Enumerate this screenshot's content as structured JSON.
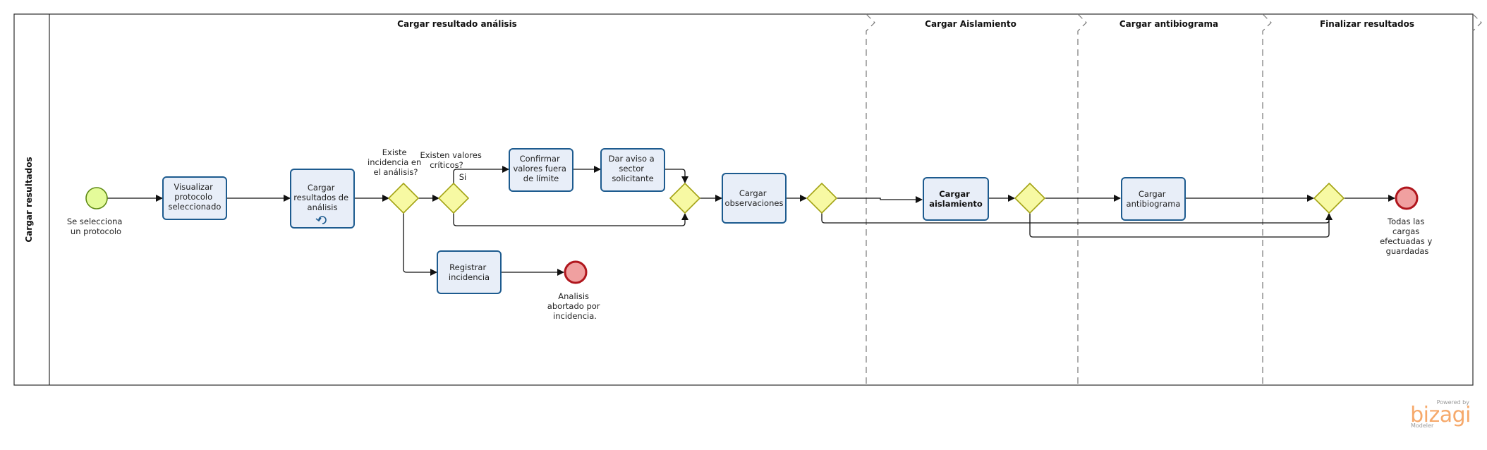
{
  "pool": {
    "lane_label": "Cargar resultados"
  },
  "phases": [
    {
      "label": "Cargar resultado análisis"
    },
    {
      "label": "Cargar Aislamiento"
    },
    {
      "label": "Cargar antibiograma"
    },
    {
      "label": "Finalizar resultados"
    }
  ],
  "events": {
    "start": {
      "lines": [
        "Se selecciona",
        "un protocolo"
      ]
    },
    "end_aborted": {
      "lines": [
        "Analisis",
        "abortado por",
        "incidencia."
      ]
    },
    "end_done": {
      "lines": [
        "Todas las",
        "cargas",
        "efectuadas y",
        "guardadas"
      ]
    }
  },
  "tasks": {
    "visualizar": {
      "lines": [
        "Visualizar",
        "protocolo",
        "seleccionado"
      ]
    },
    "cargar_resultados": {
      "lines": [
        "Cargar",
        "resultados de",
        "análisis"
      ],
      "marker": "loop-icon"
    },
    "registrar": {
      "lines": [
        "Registrar",
        "incidencia"
      ]
    },
    "confirmar": {
      "lines": [
        "Confirmar",
        "valores fuera",
        "de límite"
      ]
    },
    "dar_aviso": {
      "lines": [
        "Dar aviso a",
        "sector",
        "solicitante"
      ]
    },
    "cargar_obs": {
      "lines": [
        "Cargar",
        "observaciones"
      ]
    },
    "cargar_aislamiento": {
      "lines": [
        "Cargar",
        "aislamiento"
      ]
    },
    "cargar_antibiograma": {
      "lines": [
        "Cargar",
        "antibiograma"
      ]
    }
  },
  "gateways": {
    "incidencia": {
      "lines": [
        "Existe",
        "incidencia en",
        "el análisis?"
      ]
    },
    "criticos": {
      "lines": [
        "Existen valores",
        "críticos?"
      ]
    }
  },
  "flows": {
    "si_label": "Si"
  },
  "branding": {
    "powered_by": "Powered by",
    "name": "bizagi",
    "product": "Modeler"
  },
  "colors": {
    "task_fill": "#e8eef8",
    "task_stroke": "#1d5b8f",
    "gateway_fill": "#f7f9a3",
    "gateway_stroke": "#a3a314",
    "start_fill": "#e4fb9a",
    "start_stroke": "#5e8a14",
    "end_fill": "#f0a0a0",
    "end_stroke": "#b0161d",
    "brand": "#f6a96b"
  }
}
